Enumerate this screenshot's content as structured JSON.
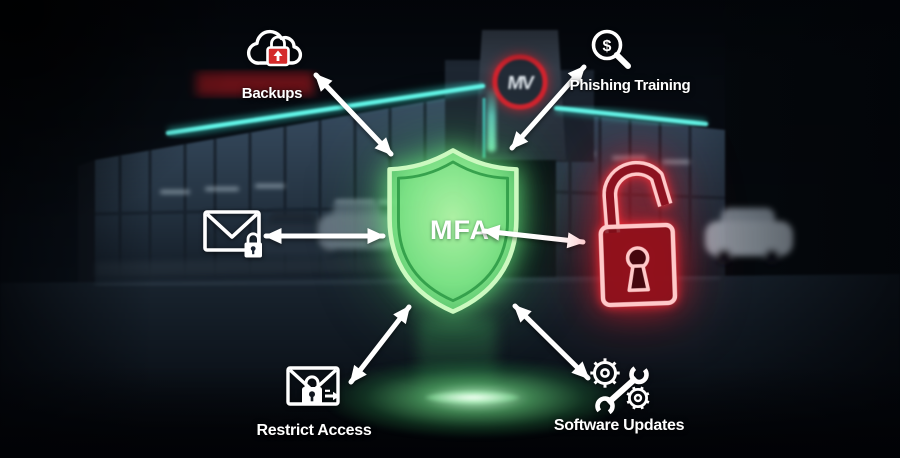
{
  "scene": {
    "description": "MFA shield cybersecurity diagram over a night-time car dealership photo",
    "dealership_logo": "MV"
  },
  "center": {
    "label": "MFA",
    "icon": "shield-icon"
  },
  "nodes": {
    "backups": {
      "label": "Backups",
      "icon": "cloud-backup-lock-icon"
    },
    "phishing": {
      "label": "Phishing Training",
      "icon": "magnifier-dollar-icon",
      "glyph": "$"
    },
    "email": {
      "icon": "locked-email-icon"
    },
    "breach": {
      "icon": "open-padlock-icon"
    },
    "restrict": {
      "label": "Restrict Access",
      "icon": "restricted-email-icon"
    },
    "updates": {
      "label": "Software Updates",
      "icon": "gears-wrench-icon"
    }
  },
  "colors": {
    "shield_green": "#7fe487",
    "neon_teal": "#62f5e8",
    "breach_red": "#ff2b3a",
    "logo_red": "#d0232e",
    "arrow_white": "#ffffff",
    "label_white": "#ffffff",
    "ground_glow_green": "#8df5a0"
  }
}
